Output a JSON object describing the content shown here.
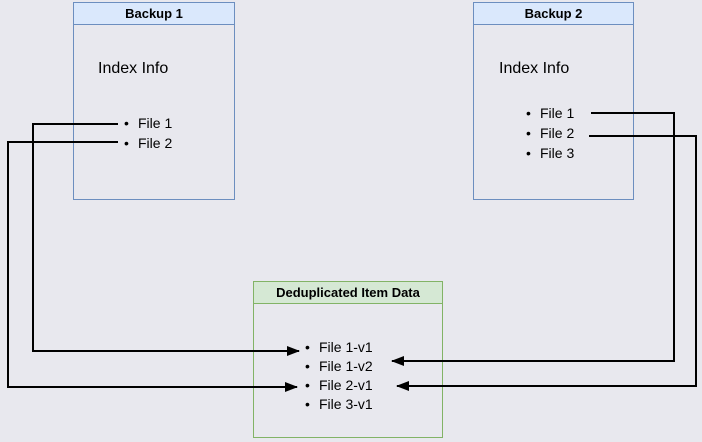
{
  "diagram": {
    "background_color": "#e8e8ee",
    "connector_color": "#000000",
    "boxes": {
      "backup1": {
        "title": "Backup 1",
        "subtitle": "Index Info",
        "items": [
          "File 1",
          "File 2"
        ],
        "header_fill": "#dae8fc",
        "border_color": "#6c8ebf"
      },
      "backup2": {
        "title": "Backup 2",
        "subtitle": "Index Info",
        "items": [
          "File 1",
          "File 2",
          "File 3"
        ],
        "header_fill": "#dae8fc",
        "border_color": "#6c8ebf"
      },
      "dedup": {
        "title": "Deduplicated Item Data",
        "items": [
          "File 1-v1",
          "File 1-v2",
          "File 2-v1",
          "File 3-v1"
        ],
        "header_fill": "#d5e8d4",
        "border_color": "#82b366"
      }
    },
    "connections": [
      {
        "from": "Backup 1 / File 1",
        "to": "Deduplicated Item Data / File 1-v1"
      },
      {
        "from": "Backup 1 / File 2",
        "to": "Deduplicated Item Data / File 2-v1"
      },
      {
        "from": "Backup 2 / File 1",
        "to": "Deduplicated Item Data / File 1-v2"
      },
      {
        "from": "Backup 2 / File 2",
        "to": "Deduplicated Item Data / File 2-v1"
      }
    ]
  }
}
